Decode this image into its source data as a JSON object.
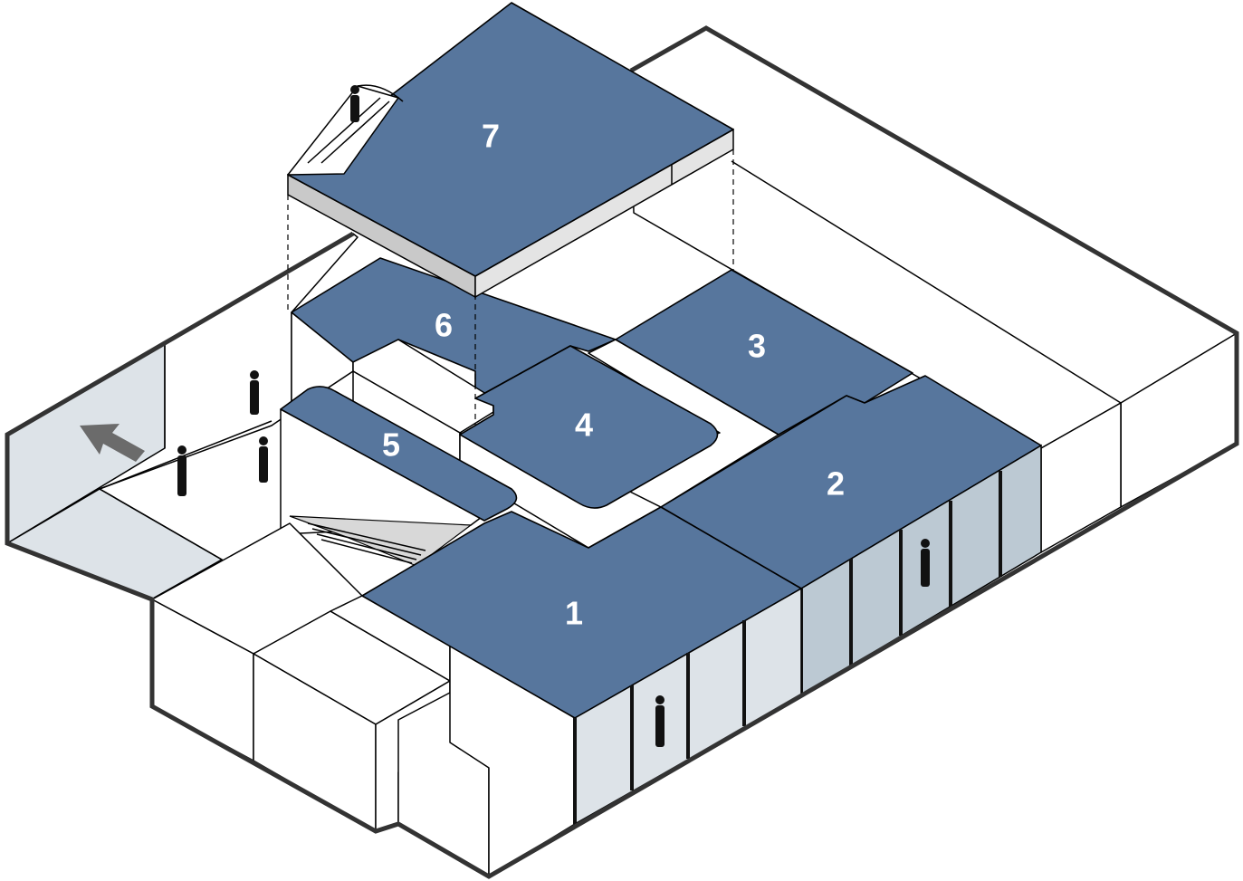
{
  "zones": [
    {
      "id": "1",
      "label": "1"
    },
    {
      "id": "2",
      "label": "2"
    },
    {
      "id": "3",
      "label": "3"
    },
    {
      "id": "4",
      "label": "4"
    },
    {
      "id": "5",
      "label": "5"
    },
    {
      "id": "6",
      "label": "6"
    },
    {
      "id": "7",
      "label": "7"
    }
  ],
  "colors": {
    "zone_fill": "#57769d",
    "glass": "#dde3e8",
    "glass_dark": "#bcc9d3",
    "arrow": "#6b6b6b",
    "outline": "#333333"
  },
  "icons": [
    "entrance-arrow-icon",
    "person-icon",
    "escalator-icon"
  ]
}
